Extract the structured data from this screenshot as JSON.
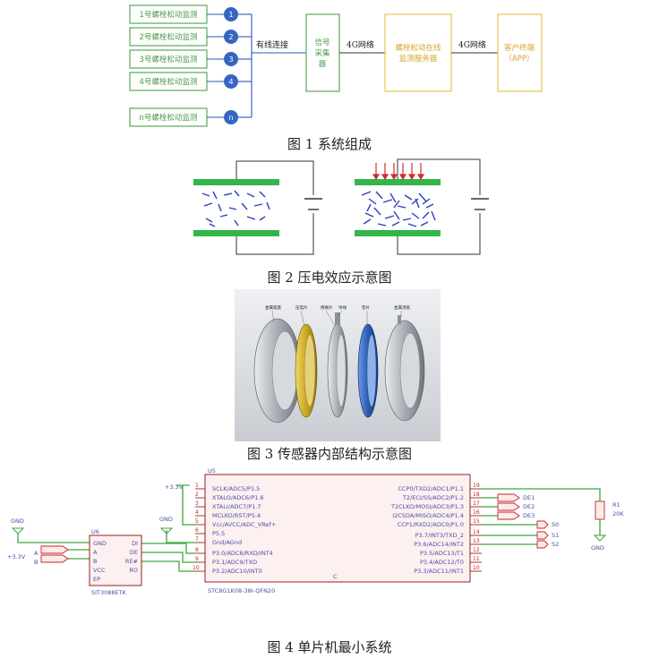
{
  "fig1": {
    "caption": "图 1 系统组成",
    "sensors": [
      "1号螺栓松动监测",
      "2号螺栓松动监测",
      "3号螺栓松动监测",
      "4号螺栓松动监测",
      "n号螺栓松动监测"
    ],
    "sensor_numbers": [
      "1",
      "2",
      "3",
      "4",
      "n"
    ],
    "link_label": "有线连接",
    "collector": [
      "信号",
      "采集",
      "器"
    ],
    "net1": "4G网络",
    "server": [
      "螺栓松动在线",
      "监测服务器"
    ],
    "net2": "4G网络",
    "client": [
      "客户终端",
      "（APP）"
    ],
    "colors": {
      "green": "#5aa85a",
      "yellow": "#e9c24f",
      "blue": "#3566c2"
    }
  },
  "fig2": {
    "caption": "图 2 压电效应示意图",
    "colors": {
      "plate": "#33b54a",
      "fiber": "#2a3fbf",
      "arrow": "#d42a2a"
    }
  },
  "fig3": {
    "caption": "图 3 传感器内部结构示意图",
    "part_labels": [
      "金属底座",
      "压电片",
      "绝缘片",
      "导线",
      "垫片",
      "金属顶盖"
    ],
    "colors": {
      "gray": "#9ea3ab",
      "gold": "#c8a524",
      "blue": "#2a5bb0"
    }
  },
  "fig4": {
    "caption": "图 4 单片机最小系统",
    "u5": {
      "ref": "U5",
      "part": "STC8G1K08-38I-QFN20",
      "left_pins": [
        "SCLK/ADC5/P1.5",
        "XTALO/ADC6/P1.6",
        "XTALI/ADC7/P1.7",
        "MCLKO/RST/P5.4",
        "Vcc/AVCC/ADC_VRef+",
        "P5.5",
        "Gnd/AGnd",
        "P3.0/ADC8/RXD/INT4",
        "P3.1/ADC9/TXD",
        "P3.2/ADC10/INT0"
      ],
      "right_pins": [
        "CCP0/TXD2/ADC1/P1.1",
        "T2/ECI/SS/ADC2/P1.2",
        "T2CLKO/MOSI/ADC3/P1.3",
        "I2CSDA/MISO/ADC4/P1.4",
        "CCP1/RXD2/ADC0/P1.0",
        "P3.7/INT3/TXD_2",
        "P3.6/ADC14/INT2",
        "P3.5/ADC13/T1",
        "P3.4/ADC12/T0",
        "P3.3/ADC11/INT1"
      ],
      "right_nums": [
        "19",
        "18",
        "17",
        "16",
        "15",
        "14",
        "13",
        "12",
        "11",
        "10"
      ],
      "left_nums": [
        "1",
        "2",
        "3",
        "4",
        "5",
        "6",
        "7",
        "8",
        "9",
        "10"
      ]
    },
    "u6": {
      "ref": "U6",
      "part": "SIT3088ETK",
      "left_pins": [
        "GND",
        "A",
        "B",
        "VCC",
        "EP"
      ],
      "right_pins": [
        "DI",
        "DE",
        "RE#",
        "RO"
      ]
    },
    "ports_de": [
      "DE1",
      "DE2",
      "DE3"
    ],
    "ports_s": [
      "S0",
      "S1",
      "S2"
    ],
    "res": {
      "ref": "R1",
      "value": "20K"
    },
    "gnd": "GND",
    "vcc": "+3.3V",
    "ab": [
      "A",
      "B"
    ],
    "sheet_mark": "C"
  }
}
